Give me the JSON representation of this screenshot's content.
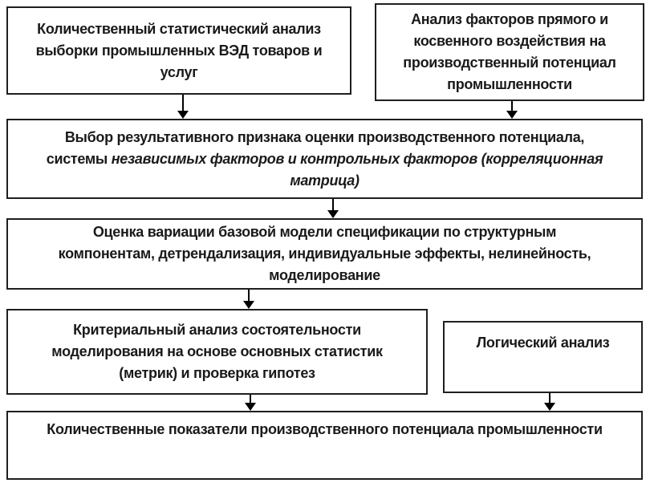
{
  "diagram": {
    "colors": {
      "background": "#ffffff",
      "box_border": "#1f1f1f",
      "text": "#1a1a1a",
      "arrow": "#000000"
    },
    "boxes": {
      "quantitative_statistical_analysis": "Количественный статистический анализ\nвыборки промышленных ВЭД товаров и\nуслуг",
      "direct_indirect_factor_analysis": "Анализ факторов прямого и\nкосвенного воздействия на\nпроизводственный потенциал\nпромышленности",
      "feature_selection_regular": "Выбор результативного признака оценки производственного потенциала,\nсистемы ",
      "feature_selection_italic": "независимых факторов и контрольных факторов (корреляционная\nматрица)",
      "variation_assessment": "Оценка вариации базовой модели спецификации по структурным\nкомпонентам, детрендализация, индивидуальные эффекты, нелинейность,\nмоделирование",
      "criteria_analysis": "Критериальный анализ состоятельности\nмоделирования на основе основных статистик\n(метрик) и проверка гипотез",
      "logical_analysis": "Логический анализ",
      "quantitative_indicators": "Количественные показатели производственного потенциала промышленности"
    }
  }
}
